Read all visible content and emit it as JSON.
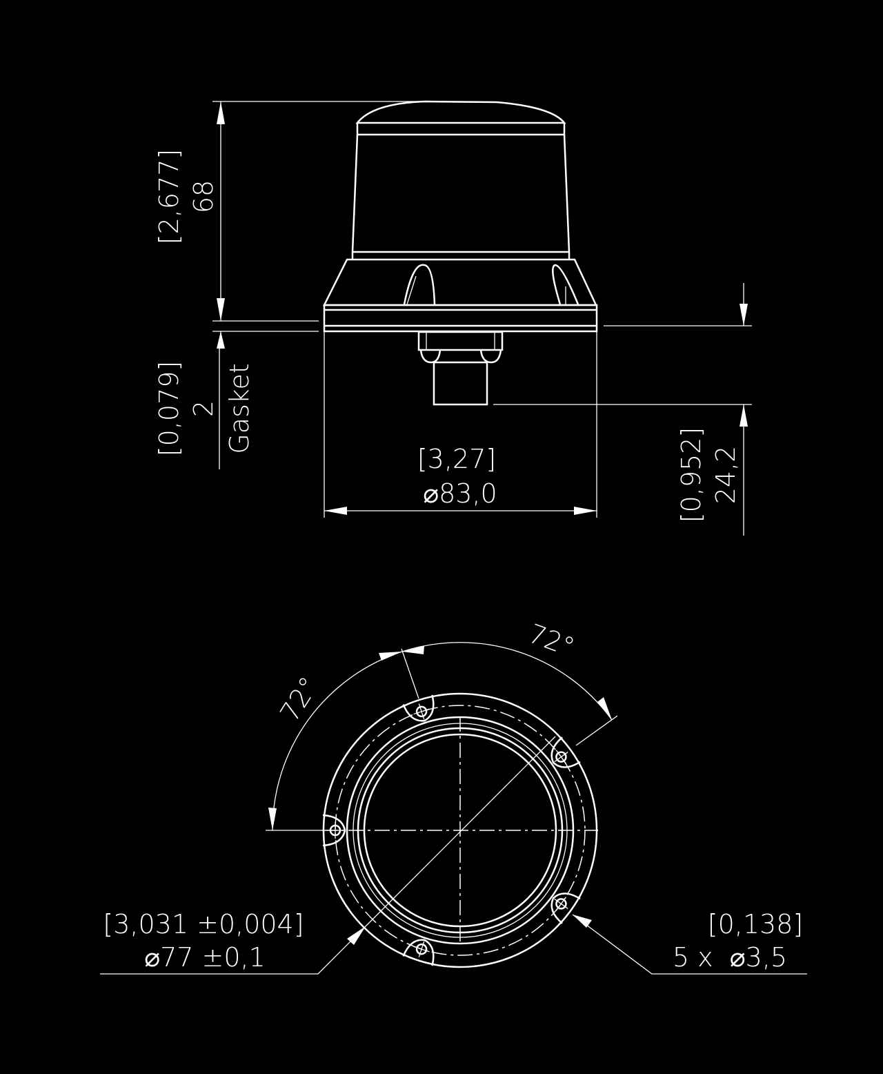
{
  "side_view": {
    "height_inch": "[2,677]",
    "height_mm": "68",
    "gasket_inch": "[0,079]",
    "gasket_mm": "2",
    "gasket_label": "Gasket",
    "diameter_inch": "[3,27]",
    "diameter_mm": "⌀83,0",
    "connector_inch": "[0,952]",
    "connector_mm": "24,2"
  },
  "bottom_view": {
    "angle_left": "72°",
    "angle_right": "72°",
    "bolt_circle_inch": "[3,031 ±0,004]",
    "bolt_circle_mm": "⌀77 ±0,1",
    "hole_inch": "[0,138]",
    "hole_mm": "5 x  ⌀3,5"
  },
  "colors": {
    "background": "#000000",
    "line": "#ffffff"
  }
}
